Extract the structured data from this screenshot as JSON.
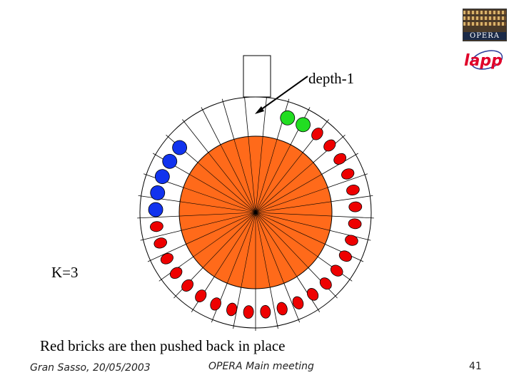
{
  "labels": {
    "depth": "depth-1",
    "k": "K=3",
    "caption": "Red bricks are then pushed back in place"
  },
  "footer": {
    "location_date": "Gran Sasso, 20/05/2003",
    "meeting": "OPERA Main meeting",
    "page_number": "41"
  },
  "logos": {
    "opera": "OPERA",
    "lapp": "lapp"
  },
  "colors": {
    "core": "#ff6a1a",
    "brick_red": "#ee0000",
    "brick_green": "#22dd22",
    "brick_blue": "#1133ee",
    "lapp_red": "#e0002a",
    "lapp_blue": "#2a3a9a"
  },
  "diagram": {
    "slot_count": 33,
    "bricks": [
      "empty",
      "empty",
      "empty",
      "empty",
      "empty",
      "green",
      "green",
      "red",
      "red",
      "red",
      "red",
      "red",
      "red",
      "red",
      "red",
      "red",
      "red",
      "red",
      "red",
      "red",
      "red",
      "red",
      "red",
      "red",
      "red",
      "red",
      "red",
      "red",
      "red",
      "red",
      "red",
      "blue",
      "blue",
      "blue",
      "blue",
      "blue",
      "empty"
    ]
  }
}
